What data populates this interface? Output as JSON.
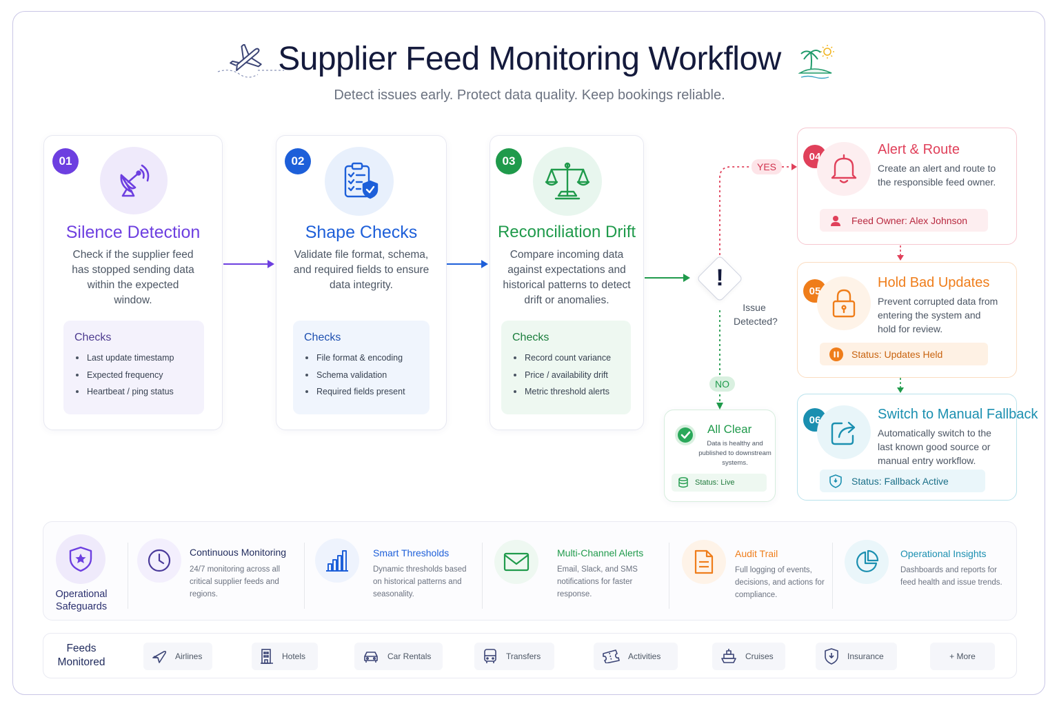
{
  "header": {
    "title": "Supplier Feed Monitoring Workflow",
    "subtitle": "Detect issues early. Protect data quality. Keep bookings reliable."
  },
  "colors": {
    "purple": "#6d3fe0",
    "blue": "#1d5fd9",
    "green": "#1f9a4b",
    "red": "#e0405a",
    "orange": "#ef7d1a",
    "teal": "#1a8fb0"
  },
  "steps": [
    {
      "number": "01",
      "title": "Silence Detection",
      "icon": "satellite-dish-icon",
      "description": "Check if the supplier feed has stopped sending data within the expected window.",
      "checks_title": "Checks",
      "checks": [
        "Last update timestamp",
        "Expected frequency",
        "Heartbeat / ping status"
      ]
    },
    {
      "number": "02",
      "title": "Shape Checks",
      "icon": "clipboard-check-icon",
      "description": "Validate file format, schema, and required fields to ensure data integrity.",
      "checks_title": "Checks",
      "checks": [
        "File format & encoding",
        "Schema validation",
        "Required fields present"
      ]
    },
    {
      "number": "03",
      "title": "Reconciliation Drift",
      "icon": "balance-scale-icon",
      "description": "Compare incoming data against expectations and historical patterns to detect drift or anomalies.",
      "checks_title": "Checks",
      "checks": [
        "Record count variance",
        "Price / availability drift",
        "Metric threshold alerts"
      ]
    }
  ],
  "decision": {
    "symbol": "!",
    "label": "Issue Detected?",
    "yes": "YES",
    "no": "NO"
  },
  "all_clear": {
    "title": "All Clear",
    "description": "Data is healthy and published to downstream systems.",
    "status": "Status: Live"
  },
  "actions": [
    {
      "number": "04",
      "title": "Alert & Route",
      "description": "Create an alert and route to the responsible feed owner.",
      "status": "Feed Owner: Alex Johnson"
    },
    {
      "number": "05",
      "title": "Hold Bad Updates",
      "description": "Prevent corrupted data from entering the system and hold for review.",
      "status": "Status: Updates Held"
    },
    {
      "number": "06",
      "title": "Switch to Manual Fallback",
      "description": "Automatically switch to the last known good source or manual entry workflow.",
      "status": "Status: Fallback Active"
    }
  ],
  "safeguards": {
    "label": "Operational Safeguards",
    "items": [
      {
        "title": "Continuous Monitoring",
        "description": "24/7 monitoring across all critical supplier feeds and regions."
      },
      {
        "title": "Smart Thresholds",
        "description": "Dynamic thresholds based on historical patterns and seasonality."
      },
      {
        "title": "Multi-Channel Alerts",
        "description": "Email, Slack, and SMS notifications for faster response."
      },
      {
        "title": "Audit Trail",
        "description": "Full logging of events, decisions, and actions for compliance."
      },
      {
        "title": "Operational Insights",
        "description": "Dashboards and reports for feed health and issue trends."
      }
    ]
  },
  "feeds": {
    "label": "Feeds Monitored",
    "items": [
      "Airlines",
      "Hotels",
      "Car Rentals",
      "Transfers",
      "Activities",
      "Cruises",
      "Insurance",
      "+ More"
    ]
  }
}
